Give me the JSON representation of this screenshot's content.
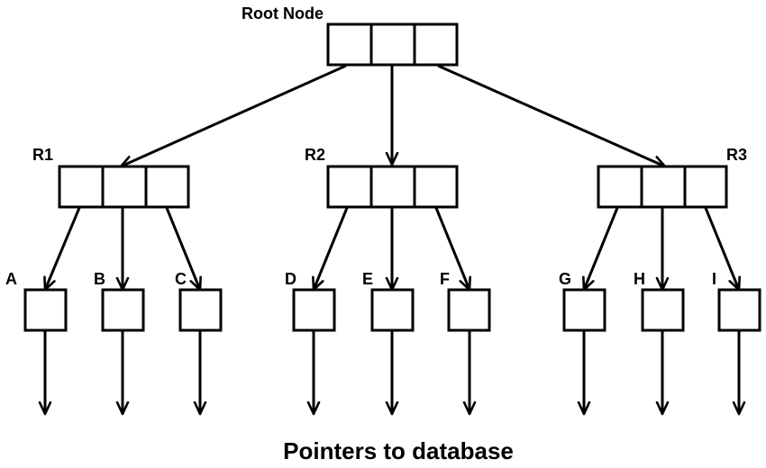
{
  "root": {
    "label": "Root Node"
  },
  "internal_nodes": [
    {
      "label": "R1"
    },
    {
      "label": "R2"
    },
    {
      "label": "R3"
    }
  ],
  "leaves": [
    {
      "label": "A"
    },
    {
      "label": "B"
    },
    {
      "label": "C"
    },
    {
      "label": "D"
    },
    {
      "label": "E"
    },
    {
      "label": "F"
    },
    {
      "label": "G"
    },
    {
      "label": "H"
    },
    {
      "label": "I"
    }
  ],
  "caption": "Pointers to database",
  "colors": {
    "stroke": "#000000",
    "background": "#ffffff"
  }
}
